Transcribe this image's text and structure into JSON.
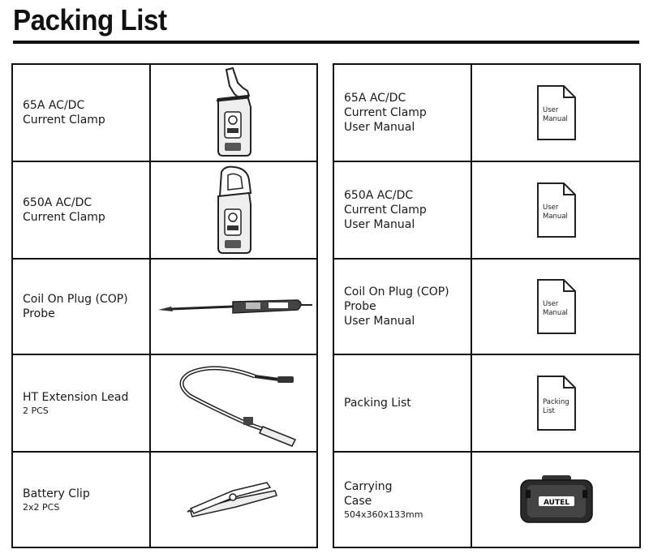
{
  "title": "Packing List",
  "left_items": [
    {
      "lines": [
        "65A AC/DC",
        "Current Clamp"
      ],
      "sub": "",
      "icon": "current-clamp-65a-icon"
    },
    {
      "lines": [
        "650A AC/DC",
        "Current Clamp"
      ],
      "sub": "",
      "icon": "current-clamp-650a-icon"
    },
    {
      "lines": [
        "Coil On Plug (COP)",
        "Probe"
      ],
      "sub": "",
      "icon": "cop-probe-icon"
    },
    {
      "lines": [
        "HT Extension Lead"
      ],
      "sub": "2 PCS",
      "icon": "extension-lead-icon"
    },
    {
      "lines": [
        "Battery Clip"
      ],
      "sub": "2x2 PCS",
      "icon": "battery-clip-icon"
    }
  ],
  "right_items": [
    {
      "lines": [
        "65A AC/DC",
        "Current Clamp",
        "User Manual"
      ],
      "sub": "",
      "icon": "document-icon",
      "doc_lines": [
        "User",
        "Manual"
      ]
    },
    {
      "lines": [
        "650A AC/DC",
        "Current Clamp",
        "User Manual"
      ],
      "sub": "",
      "icon": "document-icon",
      "doc_lines": [
        "User",
        "Manual"
      ]
    },
    {
      "lines": [
        "Coil On Plug (COP)",
        "Probe",
        "User Manual"
      ],
      "sub": "",
      "icon": "document-icon",
      "doc_lines": [
        "User",
        "Manual"
      ]
    },
    {
      "lines": [
        "Packing List"
      ],
      "sub": "",
      "icon": "document-icon",
      "doc_lines": [
        "Packing",
        "List"
      ]
    },
    {
      "lines": [
        "Carrying",
        "Case"
      ],
      "sub": "504x360x133mm",
      "icon": "carrying-case-icon",
      "brand": "AUTEL"
    }
  ]
}
